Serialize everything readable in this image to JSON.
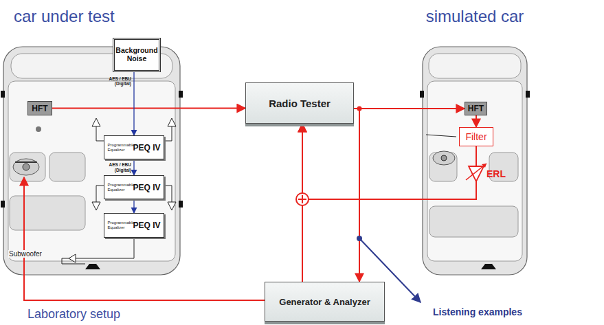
{
  "diagram": {
    "nodes": [
      {
        "text": [
          "car under test"
        ]
      },
      {
        "text": [
          "HFT"
        ],
        "in": 0
      },
      {
        "text": [
          "Background Noise"
        ],
        "in": 0
      },
      {
        "text": [
          "Programmable Equalizer",
          "PEQ IV"
        ],
        "in": 0
      },
      {
        "text": [
          "Programmable Equalizer",
          "PEQ IV"
        ],
        "in": 0
      },
      {
        "text": [
          "Programmable Equalizer",
          "PEQ IV"
        ],
        "in": 0
      },
      {
        "text": [
          "Radio Tester"
        ]
      },
      {
        "text": [
          "simulated car"
        ]
      },
      {
        "text": [
          "HFT"
        ],
        "in": 7
      },
      {
        "text": [
          "Filter"
        ],
        "in": 7
      },
      {
        "text": [
          "Generator & Analyzer"
        ]
      }
    ],
    "edges": [
      {
        "from": 1,
        "to": 6,
        "arrow": "to"
      },
      {
        "from": 6,
        "to": 8,
        "arrow": "to"
      },
      {
        "from": 8,
        "to": 9,
        "arrow": "to"
      },
      {
        "from": 9,
        "to": 6,
        "arrow": "to"
      },
      {
        "from": 10,
        "to": 6,
        "arrow": "to"
      },
      {
        "from": 6,
        "to": 10,
        "arrow": "to"
      },
      {
        "from": 2,
        "to": 3,
        "label": "AES / EBU (Digital)",
        "arrow": "to"
      },
      {
        "from": 3,
        "to": 4,
        "label": "AES / EBU (Digital)",
        "arrow": "to"
      },
      {
        "from": 4,
        "to": 5,
        "arrow": "to"
      }
    ],
    "labels": [
      "Subwoofer",
      "ERL",
      "Listening examples",
      "Laboratory setup"
    ]
  }
}
